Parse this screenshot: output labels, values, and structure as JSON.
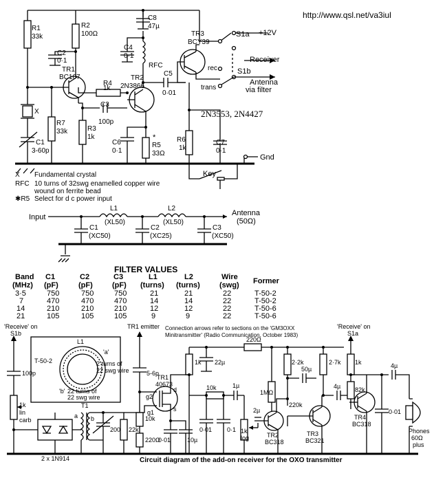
{
  "url": "http://www.qsl.net/va3iul",
  "tx": {
    "parts": {
      "R1": [
        "R1",
        "33k"
      ],
      "C8": [
        "C8",
        "47µ"
      ],
      "R2": [
        "R2",
        "100Ω"
      ],
      "C2": [
        "C2",
        "0·1"
      ],
      "TR1": [
        "TR1",
        "BC107"
      ],
      "C4": [
        "C4",
        "0·1"
      ],
      "TR3": [
        "TR3",
        "BCY39"
      ],
      "RFC": "RFC",
      "R4": [
        "R4",
        "1k"
      ],
      "TR2": [
        "TR2",
        "2N3866"
      ],
      "C5": [
        "C5",
        "0·01"
      ],
      "C3": [
        "C3",
        "100p"
      ],
      "X": "X",
      "R7": [
        "R7",
        "33k"
      ],
      "R3": [
        "R3",
        "1k"
      ],
      "C1": [
        "C1",
        "3-60p"
      ],
      "C6": [
        "C6",
        "0·1"
      ],
      "R5": [
        "R5",
        "33Ω"
      ],
      "R6": [
        "R6",
        "1k"
      ],
      "C7": [
        "C7",
        "0·1"
      ]
    },
    "star": "*",
    "sw_a": "S1a",
    "sw_b": "S1b",
    "plus12": "+12V",
    "receiver": "Receiver",
    "rec": "rec",
    "trans": "trans",
    "ant_filter": [
      "Antenna",
      "via filter"
    ],
    "gnd": "Gnd",
    "key": "Key",
    "alt": "2N3553, 2N4427",
    "notes": [
      [
        "X",
        "Fundamental crystal"
      ],
      [
        "RFC",
        "10 turns of 32swg enamelled copper wire"
      ],
      [
        "",
        "wound on ferrite bead"
      ],
      [
        "✱R5",
        "Select for d c power input"
      ]
    ]
  },
  "filter": {
    "input": "Input",
    "antenna": [
      "Antenna",
      "(50Ω)"
    ],
    "L1": [
      "L1",
      "(XL50)"
    ],
    "L2": [
      "L2",
      "(XL50)"
    ],
    "C1": [
      "C1",
      "(XC50)"
    ],
    "C2": [
      "C2",
      "(XC25)"
    ],
    "C3": [
      "C3",
      "(XC50)"
    ]
  },
  "table": {
    "title": "FILTER VALUES",
    "headers": [
      [
        "Band",
        "(MHz)"
      ],
      [
        "C1",
        "(pF)"
      ],
      [
        "C2",
        "(pF)"
      ],
      [
        "C3",
        "(pF)"
      ],
      [
        "L1",
        "(turns)"
      ],
      [
        "L2",
        "(turns)"
      ],
      [
        "Wire",
        "(swg)"
      ],
      [
        "Former",
        ""
      ]
    ],
    "rows": [
      [
        "3·5",
        "750",
        "750",
        "750",
        "21",
        "21",
        "22",
        "T-50-2"
      ],
      [
        "7",
        "470",
        "470",
        "470",
        "14",
        "14",
        "22",
        "T-50-2"
      ],
      [
        "14",
        "210",
        "210",
        "210",
        "12",
        "12",
        "22",
        "T-50-6"
      ],
      [
        "21",
        "105",
        "105",
        "105",
        "9",
        "9",
        "22",
        "T-50-6"
      ]
    ]
  },
  "rx": {
    "receive_s1b": [
      "'Receive' on",
      "S1b"
    ],
    "tr1_emitter": "TR1 emitter",
    "connection_note": [
      "Connection arrows refer to sections on the 'GM3OXX",
      "Minitransmitter' (Radio Communication, October 1983)"
    ],
    "receive_s1a": [
      "'Receive' on",
      "S1a"
    ],
    "L1": "L1",
    "former": "T-50-2",
    "qa": "'a'",
    "qb": "'b'",
    "turns2": [
      "2 turns of",
      "22 swg wire"
    ],
    "turns22": [
      "22 turns of",
      "22 swg wire"
    ],
    "c100p": "100p",
    "pot": [
      "1k",
      "lin",
      "carb"
    ],
    "T1": "T1",
    "ta": "a",
    "tb": "b",
    "c200p": "200p",
    "r22k": "22k",
    "c56p": "5-6p",
    "TR1": [
      "TR1",
      "40673"
    ],
    "g2": "g2",
    "g1": "g1",
    "d": "d",
    "s": "s",
    "r10k_a": "10k",
    "r220": "220Ω",
    "c001_a": "0·01",
    "c10u": "10µ",
    "r1k_a": "1k",
    "c22u": "22µ",
    "r220b": "220Ω",
    "r10k_b": "10k",
    "c1u_a": "1µ",
    "c001_b": "0·01",
    "c01": "0·1",
    "log": [
      "1k",
      "log"
    ],
    "c2u": "2µ",
    "r1m": "1MΩ",
    "TR2": [
      "TR2",
      "BC318"
    ],
    "r22k2": "2·2k",
    "c50u": "50µ",
    "r220k": "220k",
    "TR3": [
      "TR3",
      "BC321"
    ],
    "r27k": "2·7k",
    "c4u_a": "4µ",
    "r1k_b": "1k",
    "r82k": "82k",
    "TR4": [
      "TR4",
      "BC318"
    ],
    "c4u_b": "4µ",
    "c001_c": "0·01",
    "phones": [
      "Phones",
      "60Ω",
      "plus"
    ],
    "diodes": "2 x 1N914",
    "caption": "Circuit diagram of the add-on receiver for the OXO transmitter"
  }
}
